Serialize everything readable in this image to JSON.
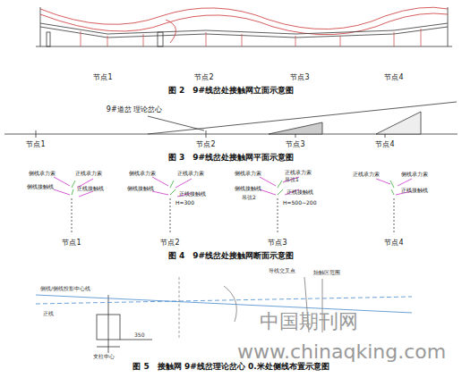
{
  "diagram": {
    "labels": [
      "节点1",
      "节点2",
      "节点3",
      "节点4",
      "图 2　9#线岔处接触网立面示意图",
      "9#道岔 理论岔心",
      "节点1",
      "节点2",
      "节点3",
      "节点4",
      "图 3　9#线岔处接触网平面示意图",
      "侧线承力索",
      "正线承力索",
      "侧线接触线",
      "正线接触线",
      "节点1",
      "侧线承力索",
      "正线承力索",
      "侧线接触线",
      "正线接触线",
      "H=300",
      "节点2",
      "侧线承力索",
      "正线承力索",
      "吊弦1",
      "侧线接触线",
      "吊弦2",
      "正线接触线",
      "H=500~200",
      "节点3",
      "正线承力索",
      "侧线承力索",
      "正线接触线",
      "节点4",
      "图 4　9#线岔处接触网断面示意图",
      "侧线/侧线投影中心线",
      "导线交叉点",
      "始触区范围",
      "正线",
      "支柱中心",
      "350",
      "图 5　接触网 9#线岔理论岔心 0.米处侧线布置示意图",
      "中国期刊网",
      "www.chinaqking.com"
    ]
  }
}
